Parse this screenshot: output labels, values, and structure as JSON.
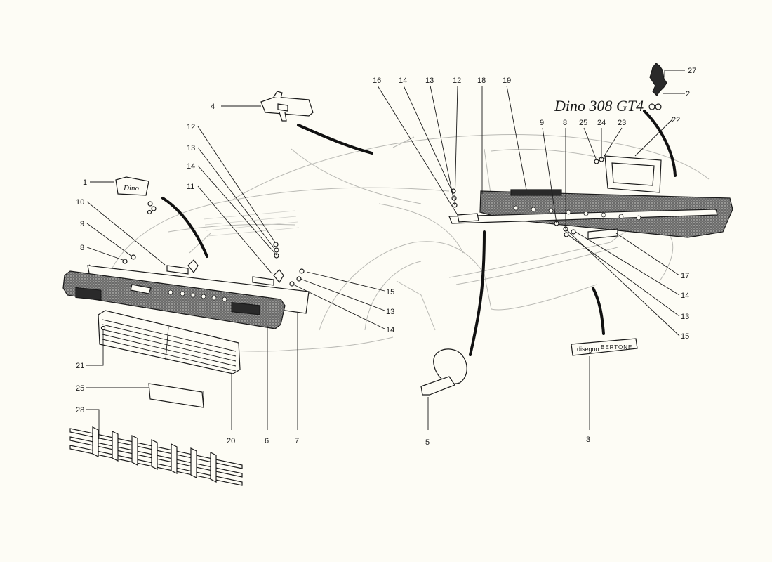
{
  "badges": {
    "dino_small": "Dino",
    "dino_308gt4": "Dino 308 GT4",
    "disegno": "disegno",
    "bertone": "BERTONE"
  },
  "callouts": [
    {
      "id": "c1",
      "label": "1"
    },
    {
      "id": "c2",
      "label": "2"
    },
    {
      "id": "c3",
      "label": "3"
    },
    {
      "id": "c4",
      "label": "4"
    },
    {
      "id": "c5",
      "label": "5"
    },
    {
      "id": "c6",
      "label": "6"
    },
    {
      "id": "c7",
      "label": "7"
    },
    {
      "id": "c8a",
      "label": "8"
    },
    {
      "id": "c8b",
      "label": "8"
    },
    {
      "id": "c9a",
      "label": "9"
    },
    {
      "id": "c9b",
      "label": "9"
    },
    {
      "id": "c10",
      "label": "10"
    },
    {
      "id": "c11",
      "label": "11"
    },
    {
      "id": "c12a",
      "label": "12"
    },
    {
      "id": "c12b",
      "label": "12"
    },
    {
      "id": "c13a",
      "label": "13"
    },
    {
      "id": "c13b",
      "label": "13"
    },
    {
      "id": "c13c",
      "label": "13"
    },
    {
      "id": "c13d",
      "label": "13"
    },
    {
      "id": "c14a",
      "label": "14"
    },
    {
      "id": "c14b",
      "label": "14"
    },
    {
      "id": "c14c",
      "label": "14"
    },
    {
      "id": "c14d",
      "label": "14"
    },
    {
      "id": "c15a",
      "label": "15"
    },
    {
      "id": "c15b",
      "label": "15"
    },
    {
      "id": "c16",
      "label": "16"
    },
    {
      "id": "c17",
      "label": "17"
    },
    {
      "id": "c18",
      "label": "18"
    },
    {
      "id": "c19",
      "label": "19"
    },
    {
      "id": "c20",
      "label": "20"
    },
    {
      "id": "c21",
      "label": "21"
    },
    {
      "id": "c22",
      "label": "22"
    },
    {
      "id": "c23",
      "label": "23"
    },
    {
      "id": "c24",
      "label": "24"
    },
    {
      "id": "c25a",
      "label": "25"
    },
    {
      "id": "c25b",
      "label": "25"
    },
    {
      "id": "c27",
      "label": "27"
    },
    {
      "id": "c28",
      "label": "28"
    }
  ]
}
